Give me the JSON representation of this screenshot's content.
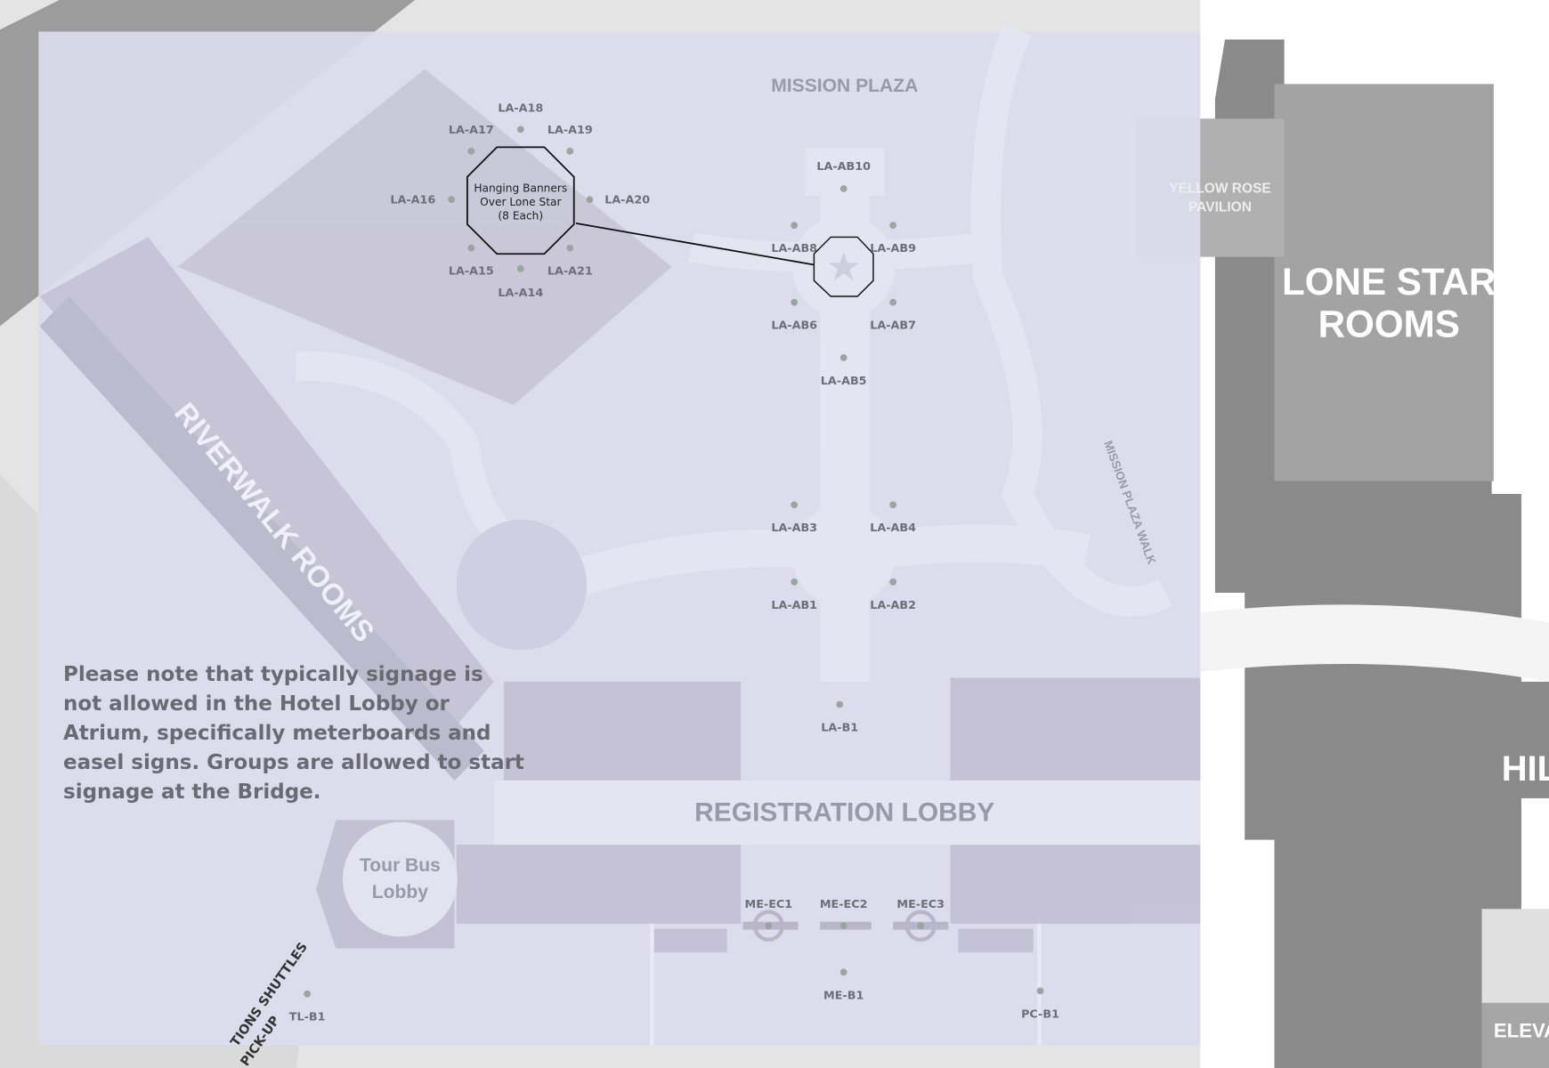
{
  "areas": {
    "mission_plaza": "MISSION PLAZA",
    "registration_lobby": "REGISTRATION LOBBY",
    "riverwalk_rooms": "RIVERWALK ROOMS",
    "mission_plaza_walk": "MISSION PLAZA WALK",
    "tour_bus_lobby_line1": "Tour Bus",
    "tour_bus_lobby_line2": "Lobby",
    "yellow_rose_line1": "YELLOW ROSE",
    "yellow_rose_line2": "PAVILION",
    "lone_star_line1": "LONE STAR",
    "lone_star_line2": "ROOMS",
    "hill": "HIL",
    "elevator": "ELEVA",
    "shuttles_line1": "TIONS SHUTTLES",
    "shuttles_line2": "PICK-UP"
  },
  "callout": {
    "line1": "Hanging Banners",
    "line2": "Over Lone Star",
    "line3": "(8 Each)"
  },
  "sign_locations": {
    "a14": "LA-A14",
    "a15": "LA-A15",
    "a16": "LA-A16",
    "a17": "LA-A17",
    "a18": "LA-A18",
    "a19": "LA-A19",
    "a20": "LA-A20",
    "a21": "LA-A21",
    "ab1": "LA-AB1",
    "ab2": "LA-AB2",
    "ab3": "LA-AB3",
    "ab4": "LA-AB4",
    "ab5": "LA-AB5",
    "ab6": "LA-AB6",
    "ab7": "LA-AB7",
    "ab8": "LA-AB8",
    "ab9": "LA-AB9",
    "ab10": "LA-AB10",
    "b1": "LA-B1",
    "ec1": "ME-EC1",
    "ec2": "ME-EC2",
    "ec3": "ME-EC3",
    "me_b1": "ME-B1",
    "pc_b1": "PC-B1",
    "tl_b1": "TL-B1"
  },
  "note": "Please note that typically signage is not allowed in the Hotel Lobby or Atrium, specifically meterboards and easel signs. Groups are allowed to start signage at the Bridge.",
  "colors": {
    "overlay": "#dcdaee",
    "building_dark": "#8a8a8a",
    "building_mid": "#a0a0a0",
    "label": "#6e6e78",
    "dot": "#9aa59f"
  }
}
